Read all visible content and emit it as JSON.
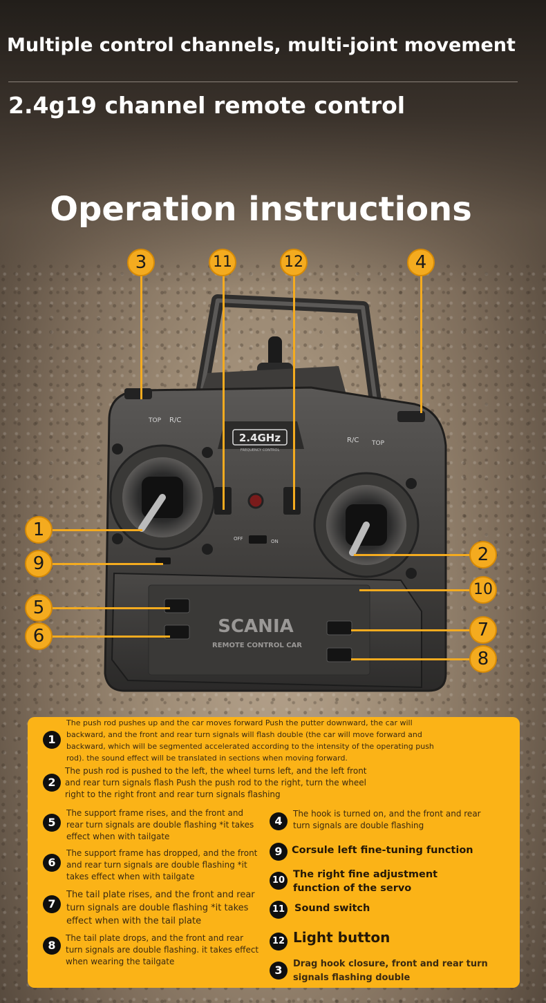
{
  "headings": {
    "line1": "Multiple control channels, multi-joint movement",
    "line2": "2.4g19 channel remote control",
    "main": "Operation instructions"
  },
  "remote": {
    "frequency_badge": "2.4GHz",
    "frequency_sub": "FREQUENCY CONTROL",
    "brand": "SCANIA",
    "brand_sub": "REMOTE CONTROL CAR",
    "left_tag_top": "TOP",
    "left_tag_rc": "R/C",
    "right_tag_rc": "R/C",
    "right_tag_top": "TOP",
    "switch_off": "OFF",
    "switch_on": "ON"
  },
  "markers": {
    "m3": "3",
    "m11": "11",
    "m12": "12",
    "m4": "4",
    "m1": "1",
    "m2": "2",
    "m9": "9",
    "m10": "10",
    "m5": "5",
    "m6": "6",
    "m7": "7",
    "m8": "8"
  },
  "instructions": {
    "i1": {
      "num": "1",
      "text": "The push rod pushes up and the car moves forward Push the putter downward, the car will backward, and the front and rear turn signals will flash double (the car will move forward and backward, which will be segmented accelerated according to the intensity of the operating push rod). the sound effect will be translated in sections when moving forward."
    },
    "i2": {
      "num": "2",
      "text": "The push rod is pushed to the left, the wheel turns left, and the left front and rear turn signals flash   Push the push rod to the right, turn the wheel right to the right front and rear turn signals flashing"
    },
    "i5": {
      "num": "5",
      "text": "The support frame rises, and the front and rear turn signals are double flashing *it takes effect when with tailgate"
    },
    "i6": {
      "num": "6",
      "text": "The support frame has dropped, and the front and rear turn signals are double flashing *it takes effect when with tailgate"
    },
    "i7": {
      "num": "7",
      "text": "The tail plate rises, and the front and rear turn signals are double flashing *it takes effect when with the tail plate"
    },
    "i8": {
      "num": "8",
      "text": "The tail plate drops, and the front and rear turn signals are double flashing. it takes effect when wearing the tailgate"
    },
    "i4": {
      "num": "4",
      "text": "The hook is turned on, and the front and rear turn signals are double flashing"
    },
    "i9": {
      "num": "9",
      "text": "Corsule left fine-tuning function"
    },
    "i10": {
      "num": "10",
      "text": "The right fine adjustment function of the servo"
    },
    "i11": {
      "num": "11",
      "text": "Sound switch"
    },
    "i12": {
      "num": "12",
      "text": "Light button"
    },
    "i3": {
      "num": "3",
      "text": "Drag hook closure, front and rear turn signals flashing double"
    }
  },
  "colors": {
    "accent": "#f4ab1f",
    "panel": "#fbb317",
    "badge": "#0f0f0f",
    "heading": "#ffffff"
  }
}
